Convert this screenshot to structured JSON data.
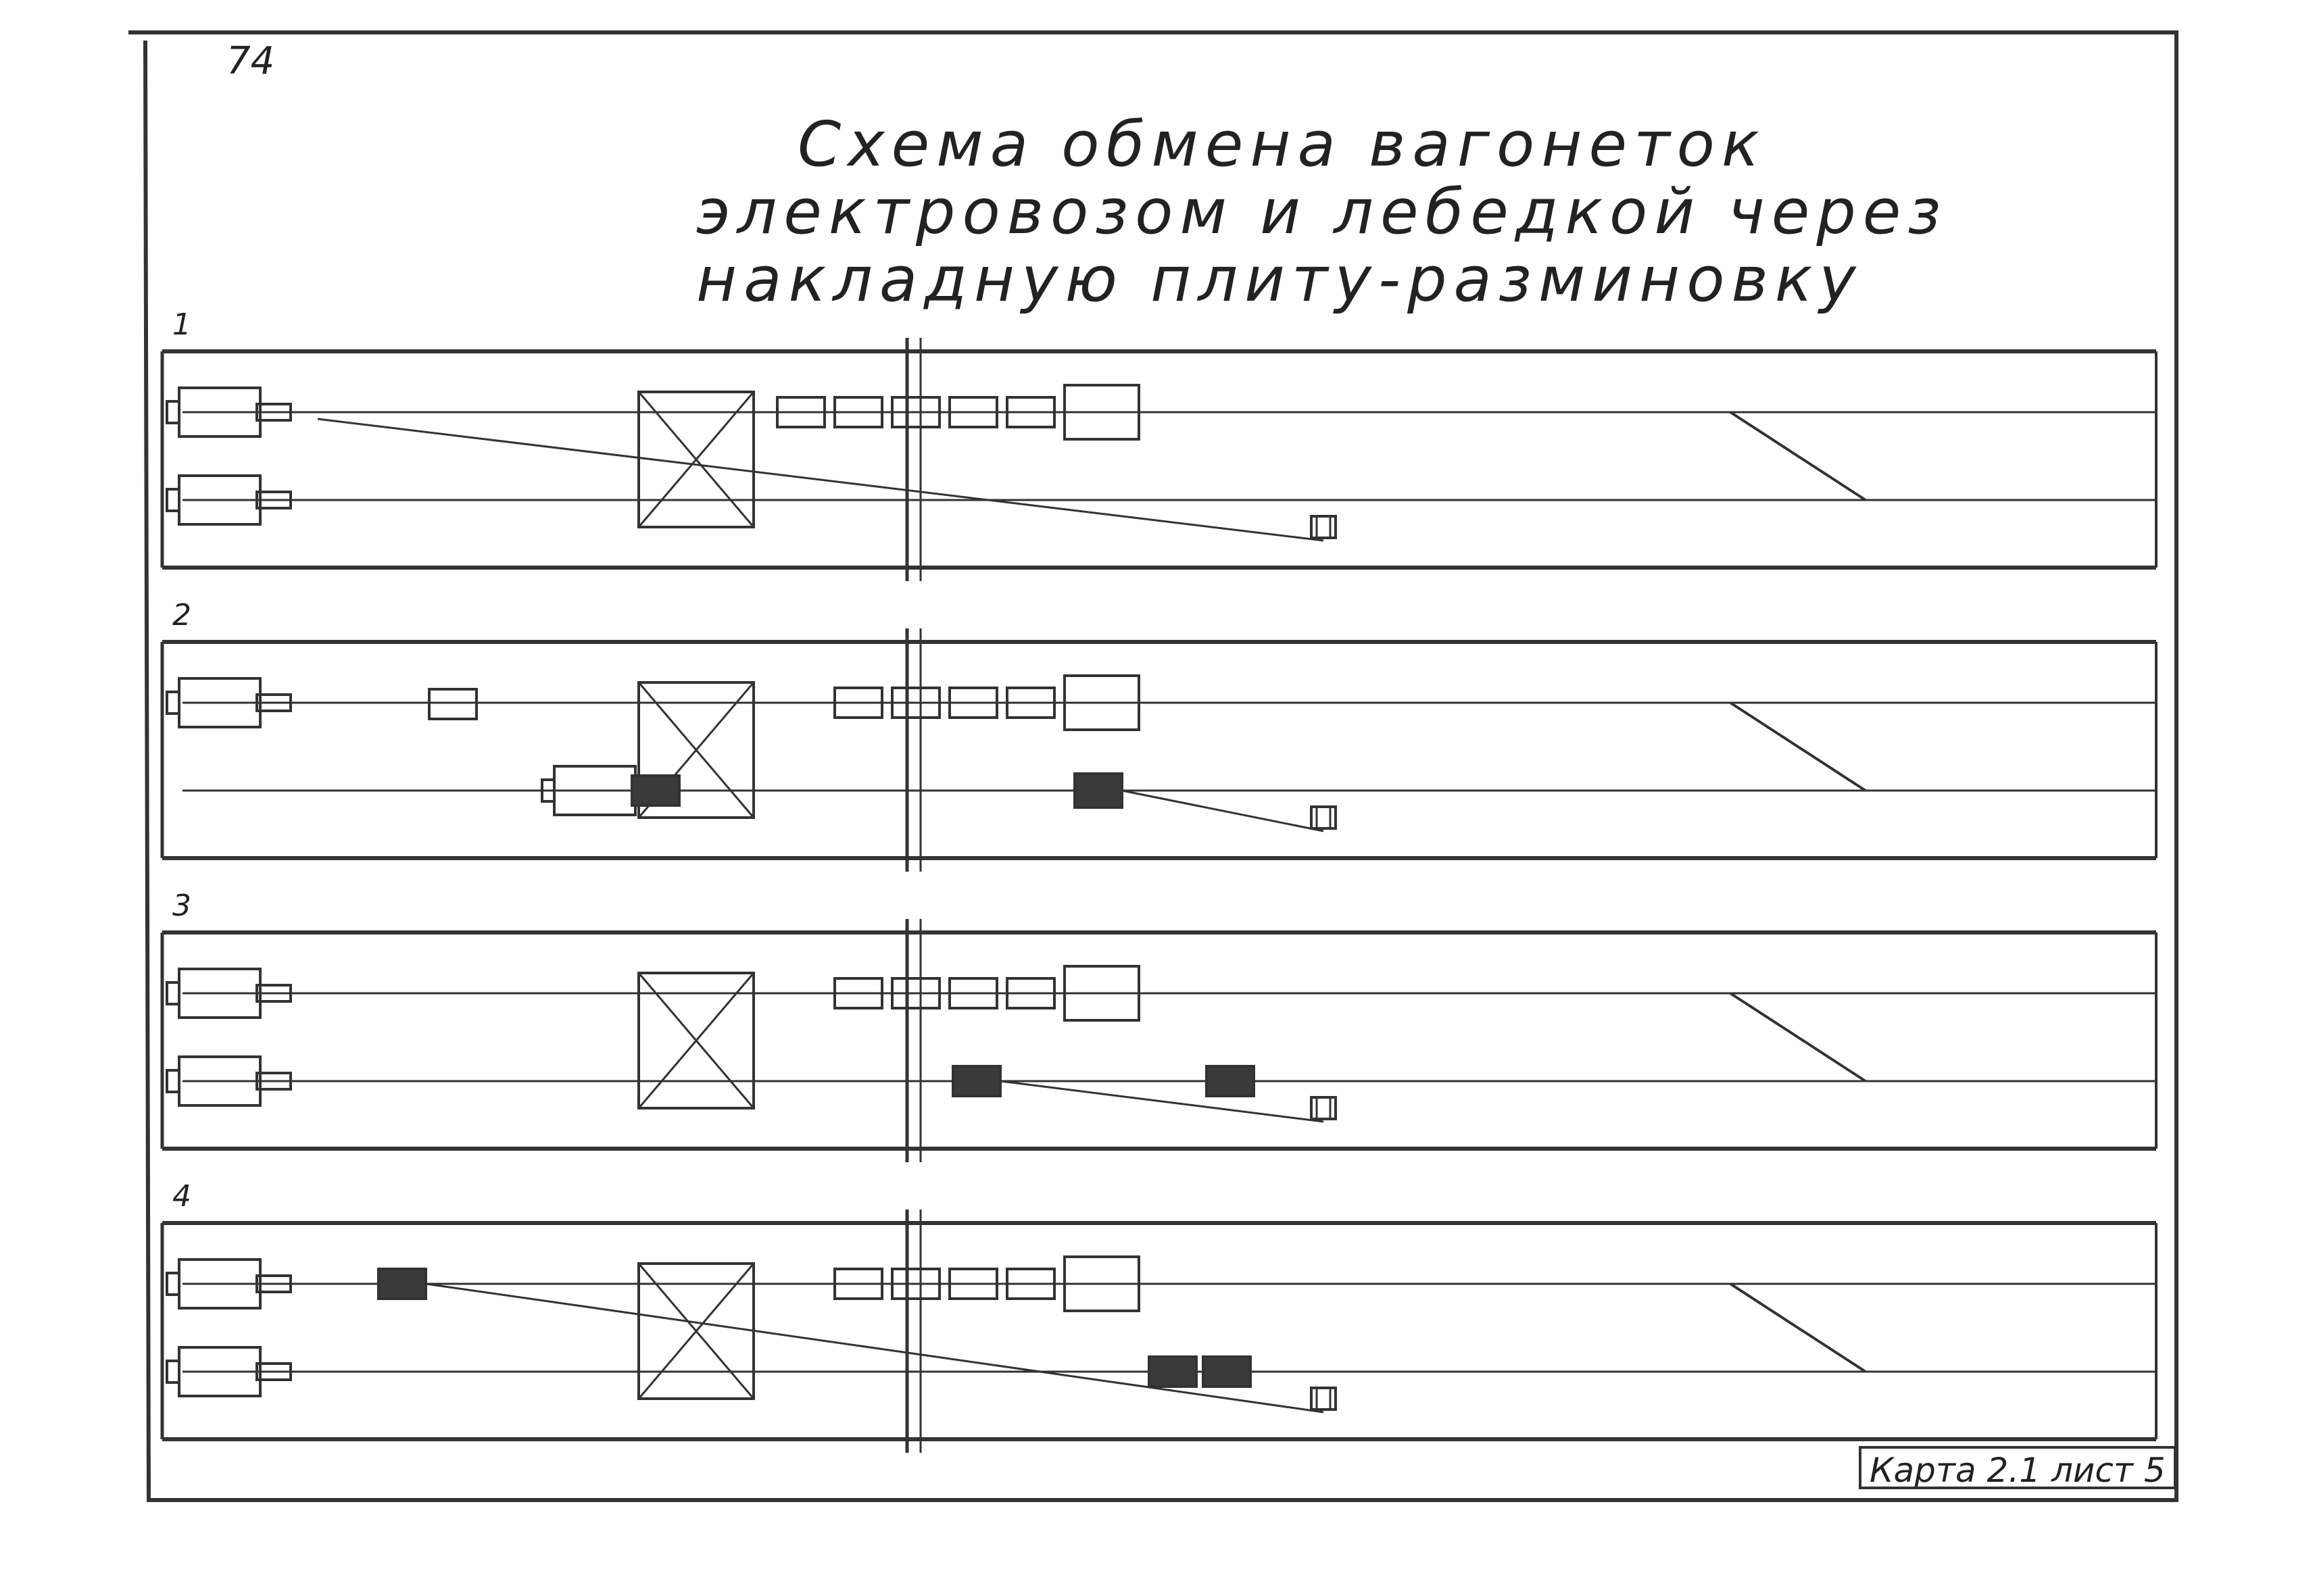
{
  "page": {
    "number": "74"
  },
  "title": {
    "line1": "Схема обмена вагонеток",
    "line2": "электровозом и лебедкой через",
    "line3": "накладную плиту-разминовку"
  },
  "panels": [
    {
      "number": "1",
      "label": "1"
    },
    {
      "number": "2",
      "label": "2"
    },
    {
      "number": "3",
      "label": "3"
    },
    {
      "number": "4",
      "label": "4"
    }
  ],
  "stamp": {
    "text": "Карта 2.1 лист 5"
  },
  "colors": {
    "ink": "#333333",
    "loaded_wagon": "#3a3a3a",
    "paper": "#ffffff"
  }
}
